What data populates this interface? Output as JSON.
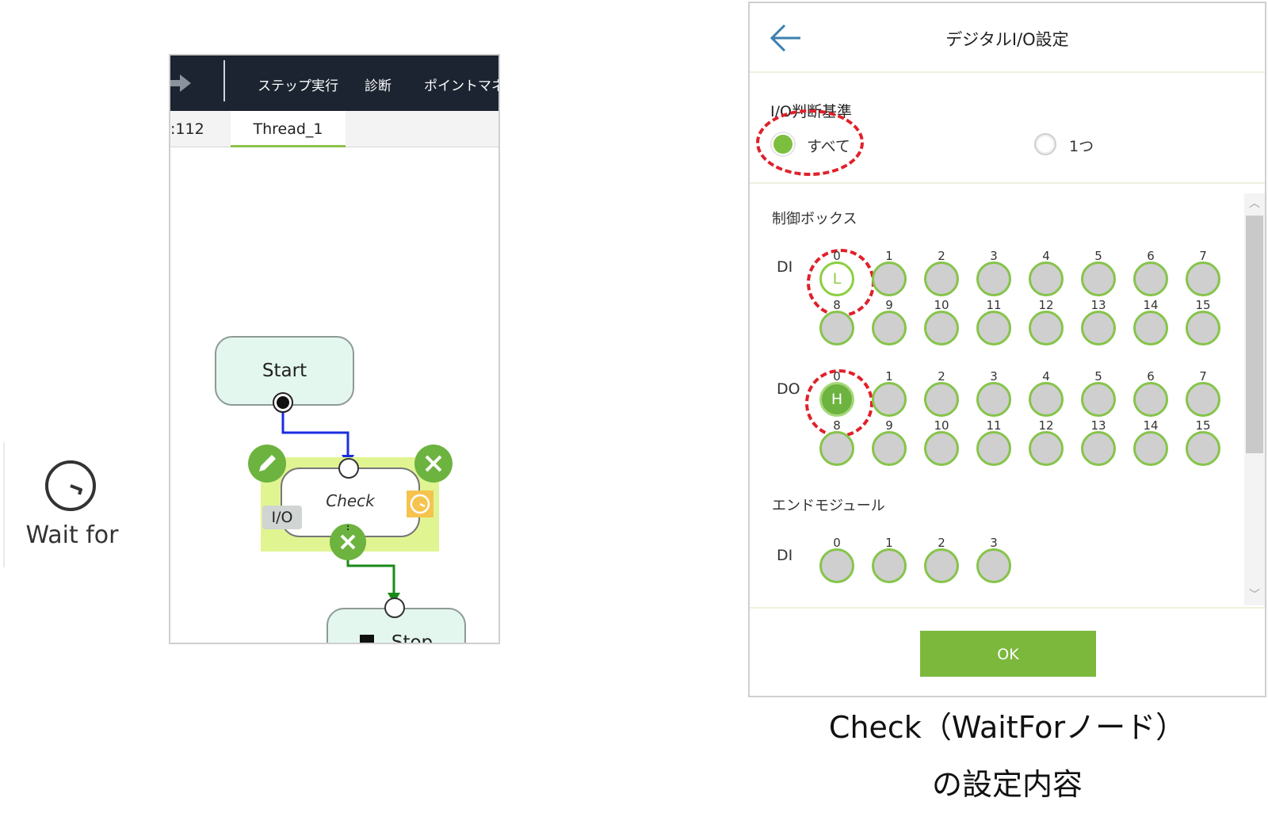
{
  "wait_for_tool": {
    "label": "Wait for",
    "icon": "clock-icon"
  },
  "flow_editor": {
    "menubar": {
      "items": [
        "ステップ実行",
        "診断",
        "ポイントマネー"
      ]
    },
    "tabs": [
      {
        "label": ":112",
        "active": false
      },
      {
        "label": "Thread_1",
        "active": true
      }
    ],
    "nodes": {
      "start": "Start",
      "check": "Check",
      "check_badge": "I/O",
      "stop": "Stop"
    },
    "colors": {
      "accent": "#6cb33f",
      "node_fill": "#e4f7ef",
      "selection": "#e1f492"
    }
  },
  "dialog": {
    "title": "デジタルI/O設定",
    "criteria": {
      "label": "I/O判断基準",
      "options": [
        {
          "label": "すべて",
          "selected": true
        },
        {
          "label": "1つ",
          "selected": false
        }
      ]
    },
    "groups": [
      {
        "label": "制御ボックス",
        "rows": [
          {
            "label": "DI",
            "states": {
              "0": "L"
            },
            "pins": [
              0,
              1,
              2,
              3,
              4,
              5,
              6,
              7,
              8,
              9,
              10,
              11,
              12,
              13,
              14,
              15
            ]
          },
          {
            "label": "DO",
            "states": {
              "0": "H"
            },
            "pins": [
              0,
              1,
              2,
              3,
              4,
              5,
              6,
              7,
              8,
              9,
              10,
              11,
              12,
              13,
              14,
              15
            ]
          }
        ]
      },
      {
        "label": "エンドモジュール",
        "rows": [
          {
            "label": "DI",
            "states": {},
            "pins": [
              0,
              1,
              2,
              3
            ]
          }
        ]
      }
    ],
    "ok_label": "OK"
  },
  "caption": {
    "line1": "Check（WaitForノード）",
    "line2": "の設定内容"
  }
}
